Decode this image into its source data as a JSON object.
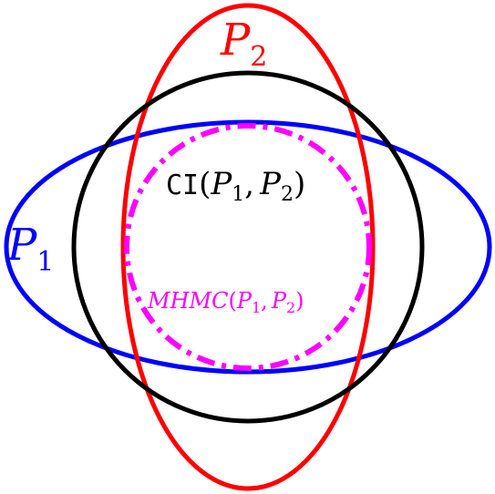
{
  "diagram": {
    "labels": {
      "p1": {
        "text": "P",
        "subscript": "1"
      },
      "p2": {
        "text": "P",
        "subscript": "2"
      },
      "ci": {
        "func": "CI",
        "open": "(",
        "a": "P",
        "a_sub": "1",
        "comma": ",",
        "b": "P",
        "b_sub": "2",
        "close": ")"
      },
      "mhmc": {
        "func": "MHMC",
        "open": "(",
        "a": "P",
        "a_sub": "1",
        "comma": ",",
        "b": "P",
        "b_sub": "2",
        "close": ")"
      }
    },
    "colors": {
      "p1": "#0000ff",
      "p2": "#ff0000",
      "ci": "#000000",
      "mhmc": "#ff00ff"
    }
  }
}
